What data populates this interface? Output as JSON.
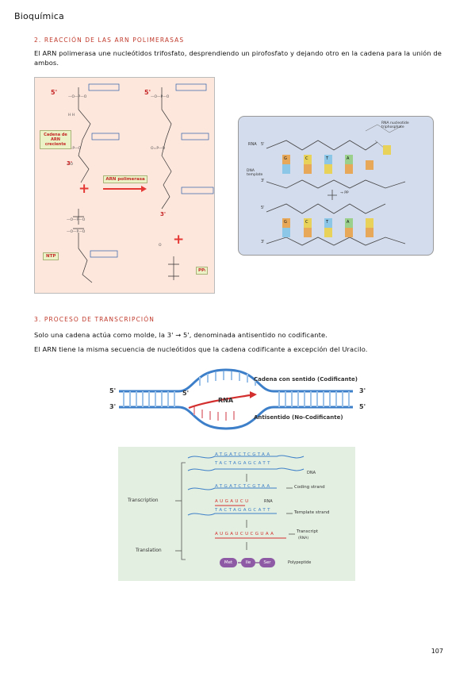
{
  "header": "Bioquímica",
  "section2": {
    "title": "2. REACCIÓN DE LAS ARN POLIMERASAS",
    "text": "El ARN polimerasa une nucleótidos trifosfato, desprendiendo un pirofosfato y dejando otro en la cadena para la unión de ambos."
  },
  "fig1": {
    "chain_label": "Cadena de ARN creciente",
    "enzyme_label": "ARN polimerasa",
    "ntp_label": "NTP",
    "ppi_label": "PPᵢ",
    "five_prime": "5'",
    "three_prime": "3'",
    "plus": "+"
  },
  "fig2": {
    "rna_label": "RNA",
    "template_label": "DNA template",
    "nucleotide_label": "RNA nucleotide triphosphate",
    "arrow_label": "→ PP",
    "five": "5'",
    "three": "3'",
    "base_letters_top": [
      "G",
      "C",
      "T",
      "A"
    ],
    "base_letters_bottom": [
      "G",
      "C",
      "T",
      "A"
    ]
  },
  "section3": {
    "title": "3. PROCESO DE TRANSCRIPCIÓN",
    "text1": "Solo una cadena actúa como molde, la 3' → 5', denominada antisentido no codificante.",
    "text2": "El ARN tiene la misma secuencia de nucleótidos que la cadena codificante a excepción del Uracilo."
  },
  "fig3": {
    "rna": "RNA",
    "left_top": "5'",
    "left_bottom": "3'",
    "bubble_five": "5'",
    "right_top": "3'",
    "right_bottom": "5'",
    "sense_label": "Cadena con sentido (Codificante)",
    "antisense_label": "Antisentido (No-Codificante)"
  },
  "fig4": {
    "dna_top": "ATGATCTCGTAA",
    "dna_bottom": "TACTAGAGCATT",
    "dna_label": "DNA",
    "coding_label": "Coding strand",
    "rna_partial": "AUGAUCU",
    "rna_label": "RNA",
    "template_label": "Template strand",
    "transcript_seq": "AUGAUCUCGUAA",
    "transcript_label": "Transcript",
    "transcript_sub": "(RNA)",
    "transcription": "Transcription",
    "translation": "Translation",
    "aa": [
      "Met",
      "Ile",
      "Ser"
    ],
    "polypeptide": "Polypeptide"
  },
  "page_number": "107"
}
